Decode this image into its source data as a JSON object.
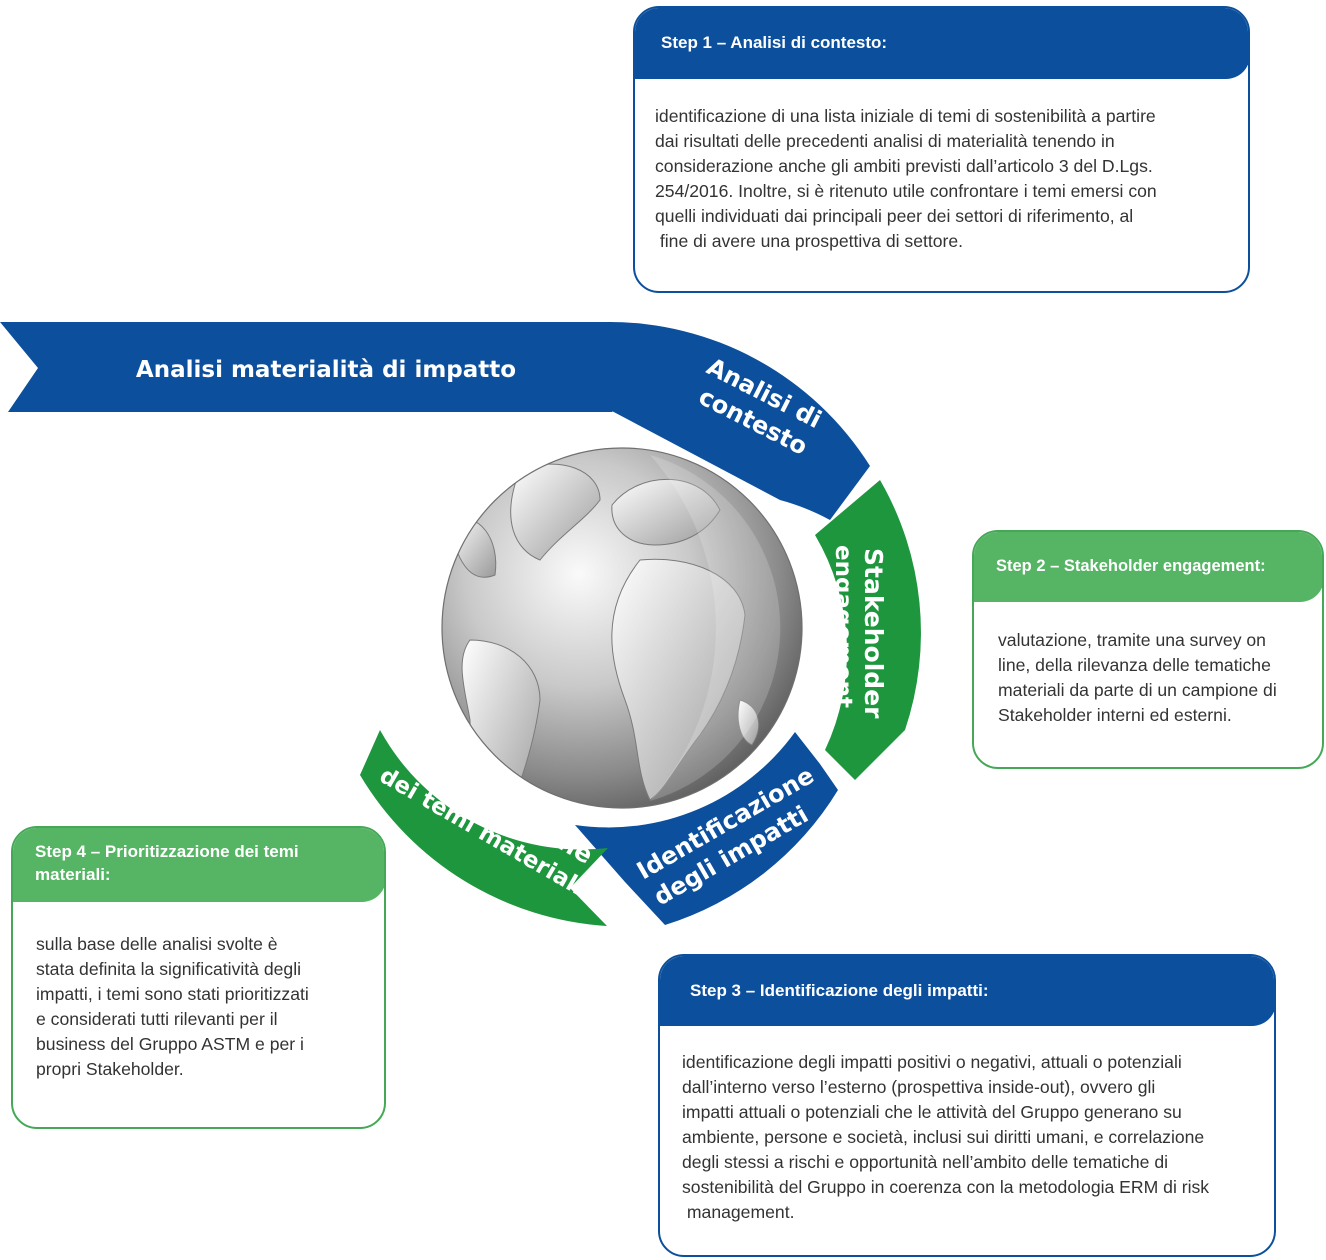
{
  "banner": {
    "label": "Analisi materialità di impatto"
  },
  "cycle": {
    "segment1": {
      "line1": "Analisi di",
      "line2": "contesto"
    },
    "segment2": {
      "line1": "Stakeholder",
      "line2": "engagement"
    },
    "segment3": {
      "line1": "Identificazione",
      "line2": "degli impatti"
    },
    "segment4": {
      "line1": "Prioritizzazione",
      "line2": "dei temi materiali"
    }
  },
  "steps": {
    "step1": {
      "title": "Step 1 – Analisi di contesto:",
      "lines": [
        "identificazione di una lista iniziale di temi di sostenibilità a partire",
        "dai risultati delle precedenti analisi di materialità tenendo in",
        "considerazione anche gli ambiti previsti dall’articolo 3 del D.Lgs.",
        "254/2016. Inoltre, si è ritenuto utile confrontare i temi emersi con",
        "quelli individuati dai principali peer dei settori di riferimento, al",
        " fine di avere una prospettiva di settore."
      ]
    },
    "step2": {
      "title": "Step 2 – Stakeholder engagement:",
      "lines": [
        "valutazione, tramite una survey on",
        "line, della rilevanza delle tematiche",
        "materiali da parte di un campione di",
        "Stakeholder interni ed esterni."
      ]
    },
    "step3": {
      "title": "Step 3 – Identificazione degli impatti:",
      "lines": [
        "identificazione degli impatti positivi o negativi, attuali o potenziali",
        "dall’interno verso l’esterno (prospettiva inside-out), ovvero gli",
        "impatti attuali o potenziali che le attività del Gruppo generano su",
        "ambiente, persone e società, inclusi sui diritti umani, e correlazione",
        "degli stessi a rischi e opportunità nell’ambito delle tematiche di",
        "sostenibilità del Gruppo in coerenza con la metodologia ERM di risk",
        " management."
      ]
    },
    "step4": {
      "title_line1": "Step 4 – Prioritizzazione dei temi",
      "title_line2": "materiali:",
      "lines": [
        "sulla base delle analisi svolte è",
        "stata definita la significatività degli",
        "impatti, i temi sono stati prioritizzati",
        "e considerati tutti rilevanti per il",
        "business del Gruppo ASTM e per i",
        "propri Stakeholder."
      ]
    }
  },
  "colors": {
    "blue": "#0c4f9c",
    "green": "#45a857",
    "green_header": "#56b564"
  }
}
